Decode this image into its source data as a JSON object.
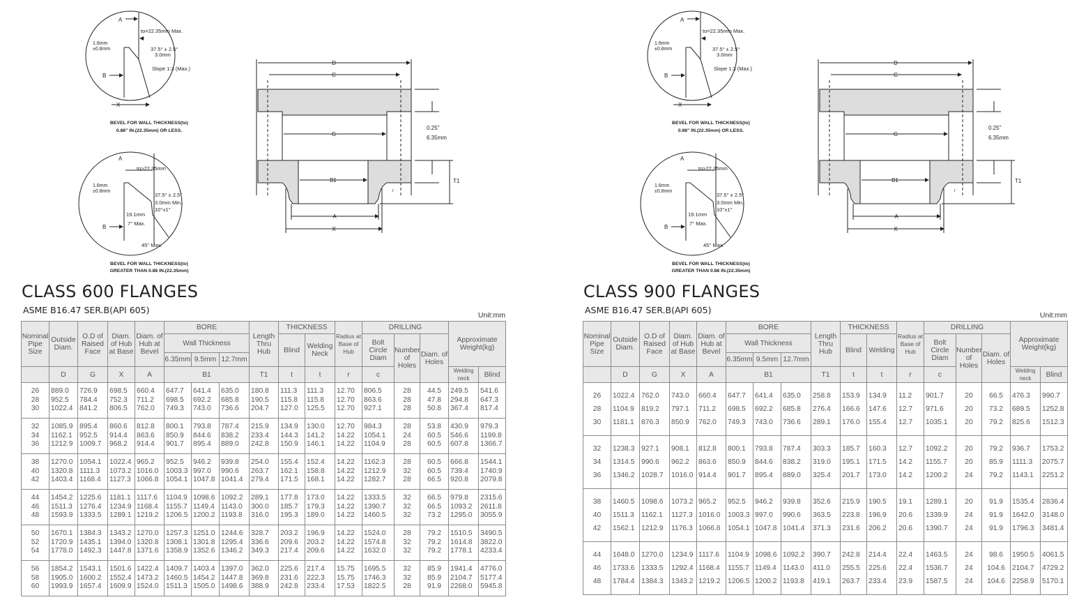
{
  "panels": [
    {
      "title": "CLASS 600 FLANGES",
      "subtitle": "ASME B16.47 SER.B(API 605)",
      "unit": "Unit:mm",
      "diagram": {
        "c1": {
          "a": "A",
          "to": "to=22.35mm Max.",
          "mm16": "1.6mm",
          "pm08": "±0.8mm",
          "angle": "37.5° ± 2.5°",
          "mm3": "3.0mm",
          "slope": "Slope 1:3 (Max.)",
          "b": "B",
          "x": "X"
        },
        "c1_caption": [
          "BEVEL FOR WALL THICKNESS(to)",
          "0.88\" IN.(22.35mm) OR LESS."
        ],
        "c2": {
          "a": "A",
          "to": "to>22.35mm",
          "mm16": "1.6mm",
          "pm08": "±0.8mm",
          "angle": "37.5° ± 2.5°",
          "mm3": "3.0mm Min.",
          "deg10": "10°±1°",
          "mm191": "19.1mm",
          "max7": "7° Max.",
          "b": "B",
          "max45": "45° Max."
        },
        "c2_caption": [
          "BEVEL FOR WALL THICKNESS(to)",
          "GREATER THAN 0.88 IN.(22.35mm)"
        ],
        "flange": {
          "d": "D",
          "c": "C",
          "g": "G",
          "b1": "B1",
          "a": "A",
          "x": "X",
          "t1": "T1",
          "r": "r",
          "in": "0.25\"",
          "mm": "6.35mm"
        }
      },
      "headers": {
        "nps": "Nominal Pipe Size",
        "od": "Outside Diam.",
        "rf": "O.D of Raised Face",
        "hub_base": "Diam. of Hub at Base",
        "hub_bevel": "Diam. of Hub at Bevel",
        "bore": "BORE",
        "wall": "Wall Thickness",
        "w1": "6.35mm",
        "w2": "9.5mm",
        "w3": "12.7mm",
        "length": "Length Thru Hub",
        "thickness": "THICKNESS",
        "blind": "Blind",
        "welding": "Welding Neck",
        "radius": "Radius at Base of Hub",
        "drilling": "DRILLING",
        "bolt": "Bolt Circle Diam",
        "nholes": "Number of Holes",
        "dholes": "Diam. of Holes",
        "weight": "Approximate Weight(kg)",
        "wn": "Welding neck",
        "wblind": "Blind",
        "sym": [
          "D",
          "G",
          "X",
          "A",
          "B1",
          "T1",
          "t",
          "t",
          "r",
          "c"
        ]
      },
      "groups": [
        [
          [
            "26",
            "889.0",
            "726.9",
            "698.5",
            "660.4",
            "647.7",
            "641.4",
            "635.0",
            "180.8",
            "111.3",
            "111.3",
            "12.70",
            "806.5",
            "28",
            "44.5",
            "249.5",
            "541.6"
          ],
          [
            "28",
            "952.5",
            "784.4",
            "752.3",
            "711.2",
            "698.5",
            "692.2",
            "685.8",
            "190.5",
            "115.8",
            "115.8",
            "12.70",
            "863.6",
            "28",
            "47.8",
            "294.8",
            "647.3"
          ],
          [
            "30",
            "1022.4",
            "841.2",
            "806.5",
            "762.0",
            "749.3",
            "743.0",
            "736.6",
            "204.7",
            "127.0",
            "125.5",
            "12.70",
            "927.1",
            "28",
            "50.8",
            "367.4",
            "817.4"
          ]
        ],
        [
          [
            "32",
            "1085.9",
            "895.4",
            "860.6",
            "812.8",
            "800.1",
            "793.8",
            "787.4",
            "215.9",
            "134.9",
            "130.0",
            "12.70",
            "984.3",
            "28",
            "53.8",
            "430.9",
            "979.3"
          ],
          [
            "34",
            "1162.1",
            "952.5",
            "914.4",
            "863.6",
            "850.9",
            "844.6",
            "838.2",
            "233.4",
            "144.3",
            "141.2",
            "14.22",
            "1054.1",
            "24",
            "60.5",
            "546.6",
            "1199.8"
          ],
          [
            "36",
            "1212.9",
            "1009.7",
            "968.2",
            "914.4",
            "901.7",
            "895.4",
            "889.0",
            "242.8",
            "150.9",
            "146.1",
            "14.22",
            "1104.9",
            "28",
            "60.5",
            "607.8",
            "1366.7"
          ]
        ],
        [
          [
            "38",
            "1270.0",
            "1054.1",
            "1022.4",
            "965.2",
            "952.5",
            "946.2",
            "939.8",
            "254.0",
            "155.4",
            "152.4",
            "14.22",
            "1162.3",
            "28",
            "60.5",
            "666.8",
            "1544.1"
          ],
          [
            "40",
            "1320.8",
            "1111.3",
            "1073.2",
            "1016.0",
            "1003.3",
            "997.0",
            "990.6",
            "263.7",
            "162.1",
            "158.8",
            "14.22",
            "1212.9",
            "32",
            "60.5",
            "739.4",
            "1740.9"
          ],
          [
            "42",
            "1403.4",
            "1168.4",
            "1127.3",
            "1066.8",
            "1054.1",
            "1047.8",
            "1041.4",
            "279.4",
            "171.5",
            "168.1",
            "14.22",
            "1282.7",
            "28",
            "66.5",
            "920.8",
            "2079.8"
          ]
        ],
        [
          [
            "44",
            "1454.2",
            "1225.6",
            "1181.1",
            "1117.6",
            "1104.9",
            "1098.6",
            "1092.2",
            "289.1",
            "177.8",
            "173.0",
            "14.22",
            "1333.5",
            "32",
            "66.5",
            "979.8",
            "2315.6"
          ],
          [
            "46",
            "1511.3",
            "1276.4",
            "1234.9",
            "1168.4",
            "1155.7",
            "1149.4",
            "1143.0",
            "300.0",
            "185.7",
            "179.3",
            "14.22",
            "1390.7",
            "32",
            "66.5",
            "1093.2",
            "2611.8"
          ],
          [
            "48",
            "1593.9",
            "1333.5",
            "1289.1",
            "1219.2",
            "1206.5",
            "1200.2",
            "1193.8",
            "316.0",
            "195.3",
            "189.0",
            "14.22",
            "1460.5",
            "32",
            "73.2",
            "1295.0",
            "3055.9"
          ]
        ],
        [
          [
            "50",
            "1670.1",
            "1384.3",
            "1343.2",
            "1270.0",
            "1257.3",
            "1251.0",
            "1244.6",
            "328.7",
            "203.2",
            "196.9",
            "14.22",
            "1524.0",
            "28",
            "79.2",
            "1510.5",
            "3490.5"
          ],
          [
            "52",
            "1720.9",
            "1435.1",
            "1394.0",
            "1320.8",
            "1308.1",
            "1301.8",
            "1295.4",
            "336.6",
            "209.6",
            "203.2",
            "14.22",
            "1574.8",
            "32",
            "79.2",
            "1614.8",
            "3822.0"
          ],
          [
            "54",
            "1778.0",
            "1492.3",
            "1447.8",
            "1371.6",
            "1358.9",
            "1352.6",
            "1346.2",
            "349.3",
            "217.4",
            "209.6",
            "14.22",
            "1632.0",
            "32",
            "79.2",
            "1778.1",
            "4233.4"
          ]
        ],
        [
          [
            "56",
            "1854.2",
            "1543.1",
            "1501.6",
            "1422.4",
            "1409.7",
            "1403.4",
            "1397.0",
            "362.0",
            "225.6",
            "217.4",
            "15.75",
            "1695.5",
            "32",
            "85.9",
            "1941.4",
            "4776.0"
          ],
          [
            "58",
            "1905.0",
            "1600.2",
            "1552.4",
            "1473.2",
            "1460.5",
            "1454.2",
            "1447.8",
            "369.8",
            "231.6",
            "222.3",
            "15.75",
            "1746.3",
            "32",
            "85.9",
            "2104.7",
            "5177.4"
          ],
          [
            "60",
            "1993.9",
            "1657.4",
            "1609.9",
            "1524.0",
            "1511.3",
            "1505.0",
            "1498.6",
            "388.9",
            "242.8",
            "233.4",
            "17.53",
            "1822.5",
            "28",
            "91.9",
            "2268.0",
            "5945.8"
          ]
        ]
      ]
    },
    {
      "title": "CLASS 900 FLANGES",
      "subtitle": "ASME B16.47 SER.B(API 605)",
      "unit": "Unit:mm",
      "diagram": {
        "c1": {
          "a": "A",
          "to": "to=22.35mm Max.",
          "mm16": "1.6mm",
          "pm08": "±0.8mm",
          "angle": "37.5° ± 2.5°",
          "mm3": "3.0mm",
          "slope": "Slope 1:3 (Max.)",
          "b": "B",
          "x": "X"
        },
        "c1_caption": [
          "BEVEL FOR WALL THICKNESS(to)",
          "0.88\" IN.(22.35mm) OR LESS."
        ],
        "c2": {
          "a": "A",
          "to": "to>22.35mm",
          "mm16": "1.6mm",
          "pm08": "±0.8mm",
          "angle": "37.5° ± 2.5°",
          "mm3": "3.0mm Min.",
          "deg10": "10°±1°",
          "mm191": "19.1mm",
          "max7": "7° Max.",
          "b": "B",
          "max45": "45° Max."
        },
        "c2_caption": [
          "BEVEL FOR WALL THICKNESS(to)",
          "GREATER THAN 0.88 IN.(22.35mm)"
        ],
        "flange": {
          "d": "D",
          "c": "C",
          "g": "G",
          "b1": "B1",
          "a": "A",
          "x": "X",
          "t1": "T1",
          "r": "r",
          "in": "0.25\"",
          "mm": "6.35mm"
        }
      },
      "headers": {
        "nps": "Nominal Pipe Size",
        "od": "Outside Diam.",
        "rf": "O.D of Raised Face",
        "hub_base": "Diam. of Hub at Base",
        "hub_bevel": "Diam. of Hub at Bevel",
        "bore": "BORE",
        "wall": "Wall Thickness",
        "w1": "6.35mm",
        "w2": "9.5mm",
        "w3": "12.7mm",
        "length": "Length Thru Hub",
        "thickness": "THICKNESS",
        "blind": "Blind",
        "welding": "Welding",
        "radius": "Radius at Base of Hub",
        "drilling": "DRILLING",
        "bolt": "Bolt Circle Diam",
        "nholes": "Number of Holes",
        "dholes": "Diam. of Holes",
        "weight": "Approximate Weight(kg)",
        "wn": "Welding neck",
        "wblind": "Blind",
        "sym": [
          "D",
          "G",
          "X",
          "A",
          "B1",
          "T1",
          "t",
          "t",
          "r",
          "c"
        ]
      },
      "groups": [
        [
          [
            "26",
            "1022.4",
            "762.0",
            "743.0",
            "660.4",
            "647.7",
            "641.4",
            "635.0",
            "258.8",
            "153.9",
            "134.9",
            "11.2",
            "901.7",
            "20",
            "66.5",
            "476.3",
            "990.7"
          ],
          [
            "28",
            "1104.9",
            "819.2",
            "797.1",
            "711.2",
            "698.5",
            "692.2",
            "685.8",
            "276.4",
            "166.6",
            "147.6",
            "12.7",
            "971.6",
            "20",
            "73.2",
            "689.5",
            "1252.8"
          ],
          [
            "30",
            "1181.1",
            "876.3",
            "850.9",
            "762.0",
            "749.3",
            "743.0",
            "736.6",
            "289.1",
            "176.0",
            "155.4",
            "12.7",
            "1035.1",
            "20",
            "79.2",
            "825.6",
            "1512.3"
          ]
        ],
        [
          [
            "32",
            "1238.3",
            "927.1",
            "908.1",
            "812.8",
            "800.1",
            "793.8",
            "787.4",
            "303.3",
            "185.7",
            "160.3",
            "12.7",
            "1092.2",
            "20",
            "79.2",
            "936.7",
            "1753.2"
          ],
          [
            "34",
            "1314.5",
            "990.6",
            "962.2",
            "863.6",
            "850.9",
            "844.6",
            "838.2",
            "319.0",
            "195.1",
            "171.5",
            "14.2",
            "1155.7",
            "20",
            "85.9",
            "1111.3",
            "2075.7"
          ],
          [
            "36",
            "1346.2",
            "1028.7",
            "1016.0",
            "914.4",
            "901.7",
            "895.4",
            "889.0",
            "325.4",
            "201.7",
            "173.0",
            "14.2",
            "1200.2",
            "24",
            "79.2",
            "1143.1",
            "2251.2"
          ]
        ],
        [
          [
            "38",
            "1460.5",
            "1098.6",
            "1073.2",
            "965.2",
            "952.5",
            "946.2",
            "939.8",
            "352.6",
            "215.9",
            "190.5",
            "19.1",
            "1289.1",
            "20",
            "91.9",
            "1535.4",
            "2836.4"
          ],
          [
            "40",
            "1511.3",
            "1162.1",
            "1127.3",
            "1016.0",
            "1003.3",
            "997.0",
            "990.6",
            "363.5",
            "223.8",
            "196.9",
            "20.6",
            "1339.9",
            "24",
            "91.9",
            "1642.0",
            "3148.0"
          ],
          [
            "42",
            "1562.1",
            "1212.9",
            "1176.3",
            "1066.8",
            "1054.1",
            "1047.8",
            "1041.4",
            "371.3",
            "231.6",
            "206.2",
            "20.6",
            "1390.7",
            "24",
            "91.9",
            "1796.3",
            "3481.4"
          ]
        ],
        [
          [
            "44",
            "1648.0",
            "1270.0",
            "1234.9",
            "1117.6",
            "1104.9",
            "1098.6",
            "1092.2",
            "390.7",
            "242.8",
            "214.4",
            "22.4",
            "1463.5",
            "24",
            "98.6",
            "1950.5",
            "4061.5"
          ],
          [
            "46",
            "1733.6",
            "1333.5",
            "1292.4",
            "1168.4",
            "1155.7",
            "1149.4",
            "1143.0",
            "411.0",
            "255.5",
            "225.6",
            "22.4",
            "1536.7",
            "24",
            "104.6",
            "2104.7",
            "4729.2"
          ],
          [
            "48",
            "1784.4",
            "1384.3",
            "1343.2",
            "1219.2",
            "1206.5",
            "1200.2",
            "1193.8",
            "419.1",
            "263.7",
            "233.4",
            "23.9",
            "1587.5",
            "24",
            "104.6",
            "2258.9",
            "5170.1"
          ]
        ]
      ]
    }
  ]
}
